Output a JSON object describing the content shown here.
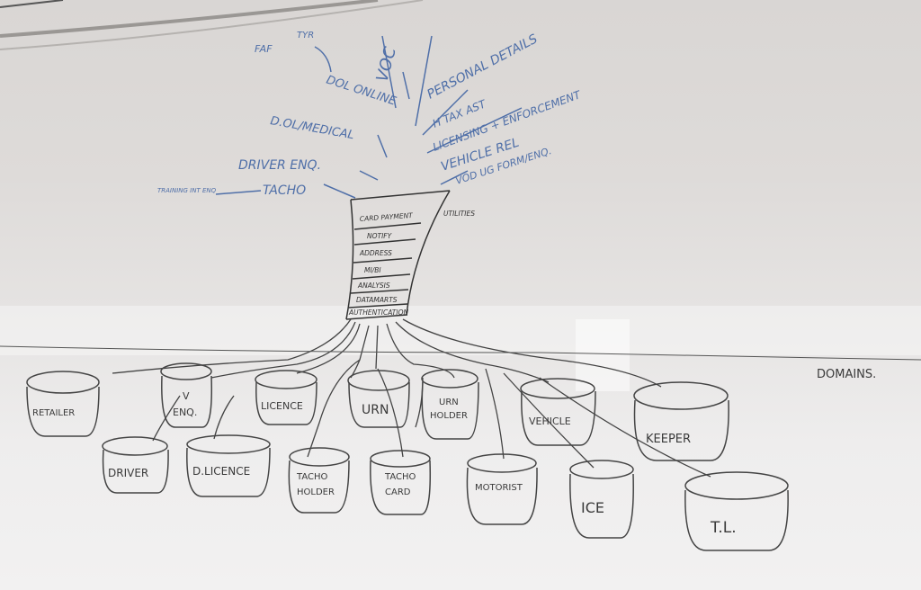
{
  "branches": {
    "faf": "FAF",
    "tyr": "TYR",
    "voc": "VOC",
    "dol_online": "DOL ONLINE",
    "personal_details": "PERSONAL DETAILS",
    "h_tax_ast": "H TAX AST",
    "dol_medical": "D.OL/MEDICAL",
    "licensing_enforcement": "LICENSING + ENFORCEMENT",
    "vehicle_rel": "VEHICLE REL",
    "driver_enq": "DRIVER ENQ.",
    "vod_ug_form_enq": "VOD UG FORM/ENQ.",
    "tacho": "TACHO",
    "training_int_enq": "TRAINING INT ENQ"
  },
  "trunk": {
    "items": [
      "CARD PAYMENT",
      "NOTIFY",
      "ADDRESS",
      "MI/BI",
      "ANALYSIS",
      "DATAMARTS",
      "AUTHENTICATION"
    ],
    "side_note": "UTILITIES"
  },
  "domains_label": "DOMAINS.",
  "domains": {
    "retailer": "RETAILER",
    "v_enq": [
      "V",
      "ENQ."
    ],
    "licence": "LICENCE",
    "urn": "URN",
    "urn_holder": [
      "URN",
      "HOLDER"
    ],
    "vehicle": "VEHICLE",
    "keeper": "KEEPER",
    "driver": "DRIVER",
    "d_licence": "D.LICENCE",
    "tacho_holder": [
      "TACHO",
      "HOLDER"
    ],
    "tacho_card": [
      "TACHO",
      "CARD"
    ],
    "motorist": "MOTORIST",
    "ice": "ICE",
    "tl": "T.L."
  },
  "colors": {
    "marker_blue": "#4f6fa8",
    "marker_black": "#3a3a3a",
    "board": "#e6e4e3"
  }
}
